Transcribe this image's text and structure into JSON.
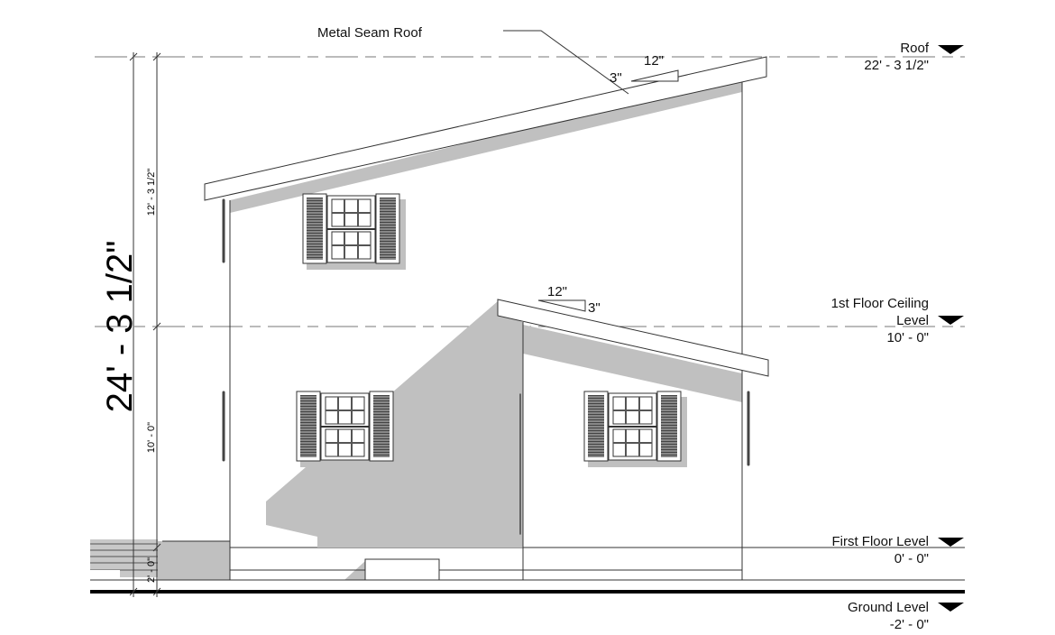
{
  "callout": {
    "text": "Metal Seam Roof"
  },
  "slopes": [
    {
      "run": "12\"",
      "rise": "3\""
    },
    {
      "run": "12\"",
      "rise": "3\""
    }
  ],
  "levels": [
    {
      "name": "Roof",
      "elevation": "22' - 3 1/2\""
    },
    {
      "name_line1": "1st Floor Ceiling",
      "name_line2": "Level",
      "elevation": "10' - 0\""
    },
    {
      "name": "First Floor Level",
      "elevation": "0' - 0\""
    },
    {
      "name": "Ground Level",
      "elevation": "-2' - 0\""
    }
  ],
  "dimensions": {
    "overall": "24' - 3 1/2\"",
    "upper": "12' - 3 1/2\"",
    "lower": "10' - 0\"",
    "base": "2' - 0\""
  },
  "colors": {
    "shadow": "#c0c0c0",
    "line": "#333333"
  }
}
